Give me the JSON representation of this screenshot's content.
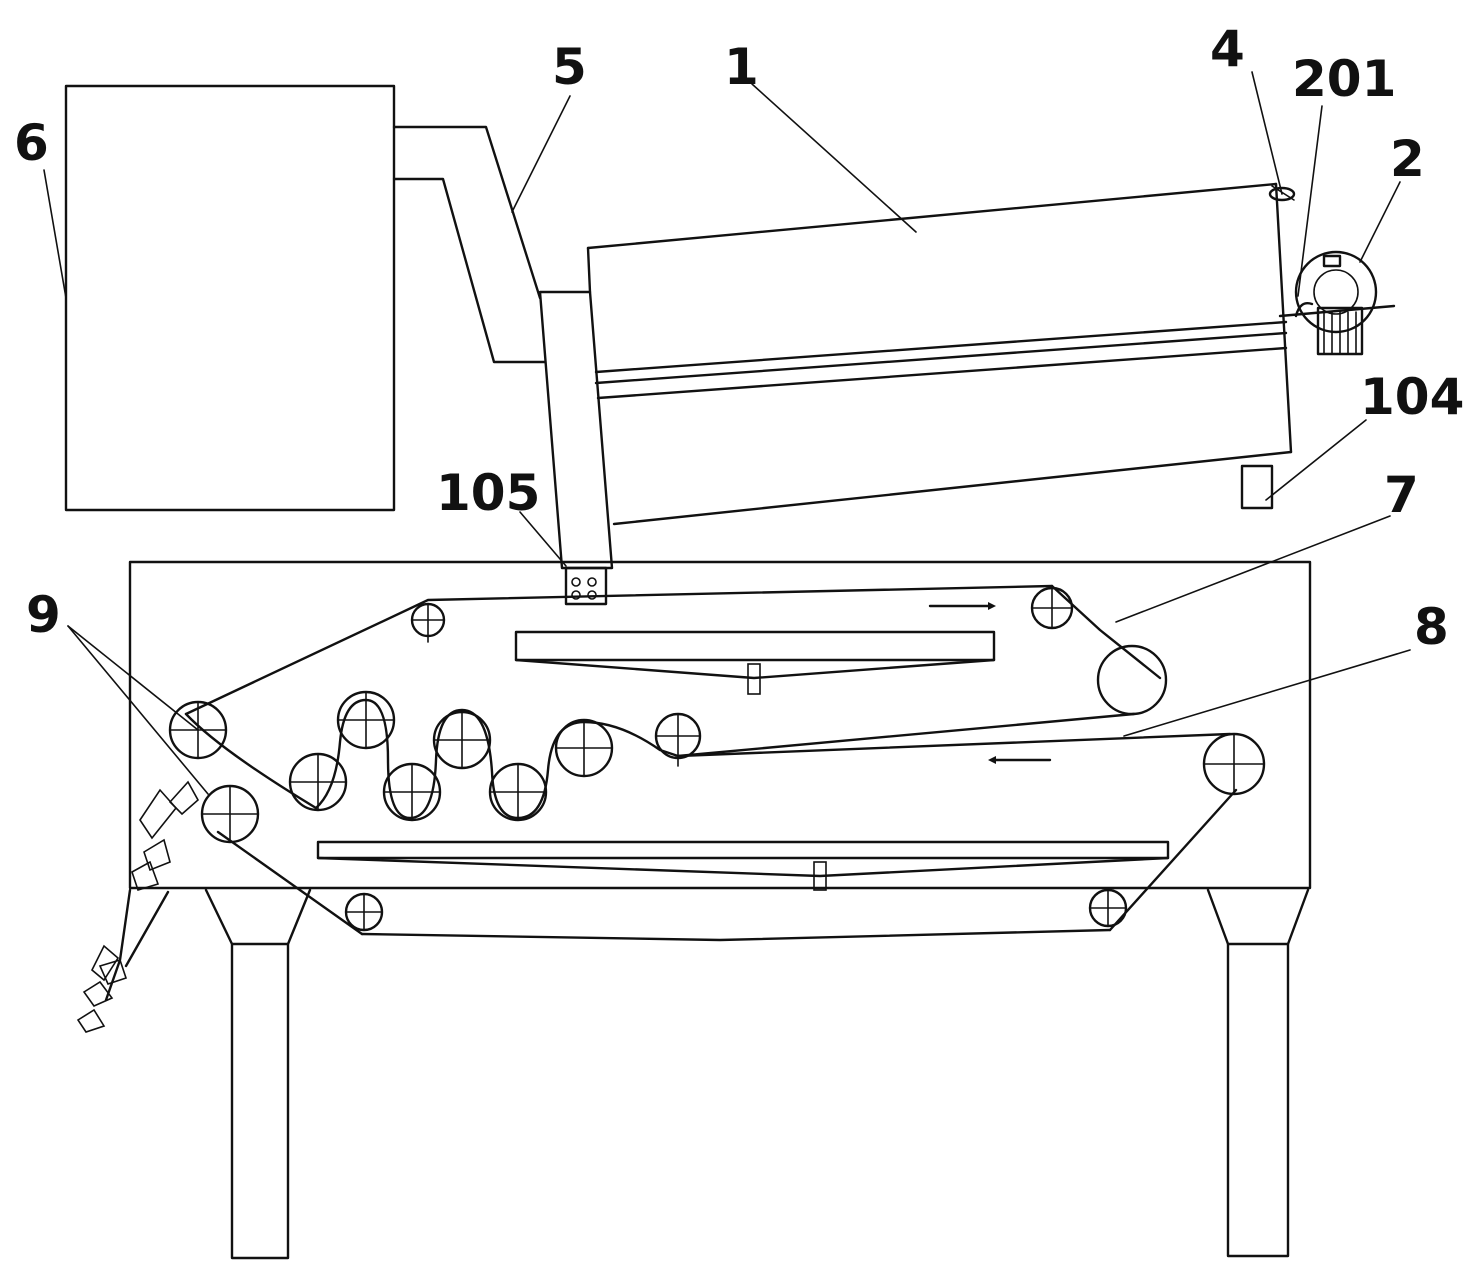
{
  "figure": {
    "labels": {
      "hopper": "6",
      "chute": "5",
      "drum": "1",
      "item_4": "4",
      "item_201": "201",
      "motor": "2",
      "drum_support": "104",
      "outlet": "105",
      "upper_belt": "7",
      "lower_belt": "8",
      "press_rollers": "9"
    },
    "colors": {
      "line": "#111111",
      "background": "#ffffff"
    }
  }
}
